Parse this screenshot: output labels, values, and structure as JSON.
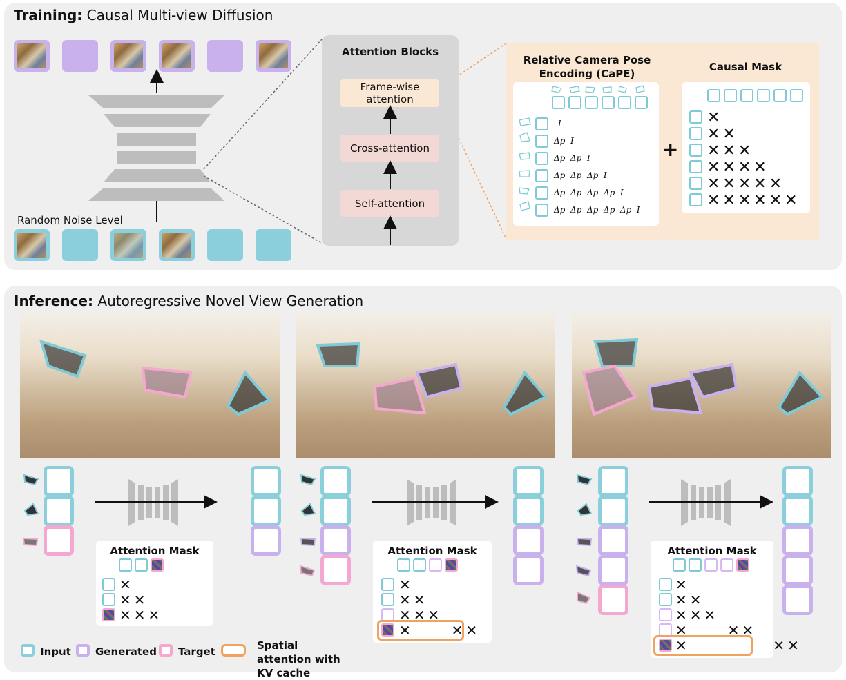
{
  "training": {
    "title_bold": "Training:",
    "title_rest": " Causal Multi-view Diffusion",
    "noise_label": "Random Noise Level",
    "attention_blocks_title": "Attention Blocks",
    "frame_wise": "Frame-wise attention",
    "cross_attention": "Cross-attention",
    "self_attention": "Self-attention",
    "cape_title": "Relative Camera Pose Encoding (CaPE)",
    "causal_mask_title": "Causal Mask",
    "plus": "+",
    "cape_rows": [
      "I",
      "Δp  I",
      "Δp  Δp  I",
      "Δp  Δp  Δp  I",
      "Δp  Δp  Δp  Δp  I",
      "Δp  Δp  Δp  Δp  Δp  I"
    ],
    "mask_rows": [
      "✕",
      "✕✕",
      "✕✕✕",
      "✕✕✕✕",
      "✕✕✕✕✕",
      "✕✕✕✕✕✕"
    ]
  },
  "inference": {
    "title_bold": "Inference:",
    "title_rest": " Autoregressive Novel View Generation",
    "mask_title": "Attention Mask",
    "panel1_rows": [
      "✕",
      "✕✕",
      "✕✕✕"
    ],
    "panel2_rows": [
      "✕",
      "✕✕",
      "✕✕✕",
      "✕     ✕✕"
    ],
    "panel3_rows": [
      "✕",
      "✕✕",
      "✕✕✕",
      "✕     ✕✕",
      "✕           ✕✕"
    ]
  },
  "legend": {
    "input": "Input",
    "generated": "Generated",
    "target": "Target",
    "spatial": "Spatial attention with KV cache"
  },
  "colors": {
    "input": "#8ccfdc",
    "generated": "#c9b1ee",
    "target": "#f5a8cf",
    "kv_cache": "#f0a35e"
  }
}
